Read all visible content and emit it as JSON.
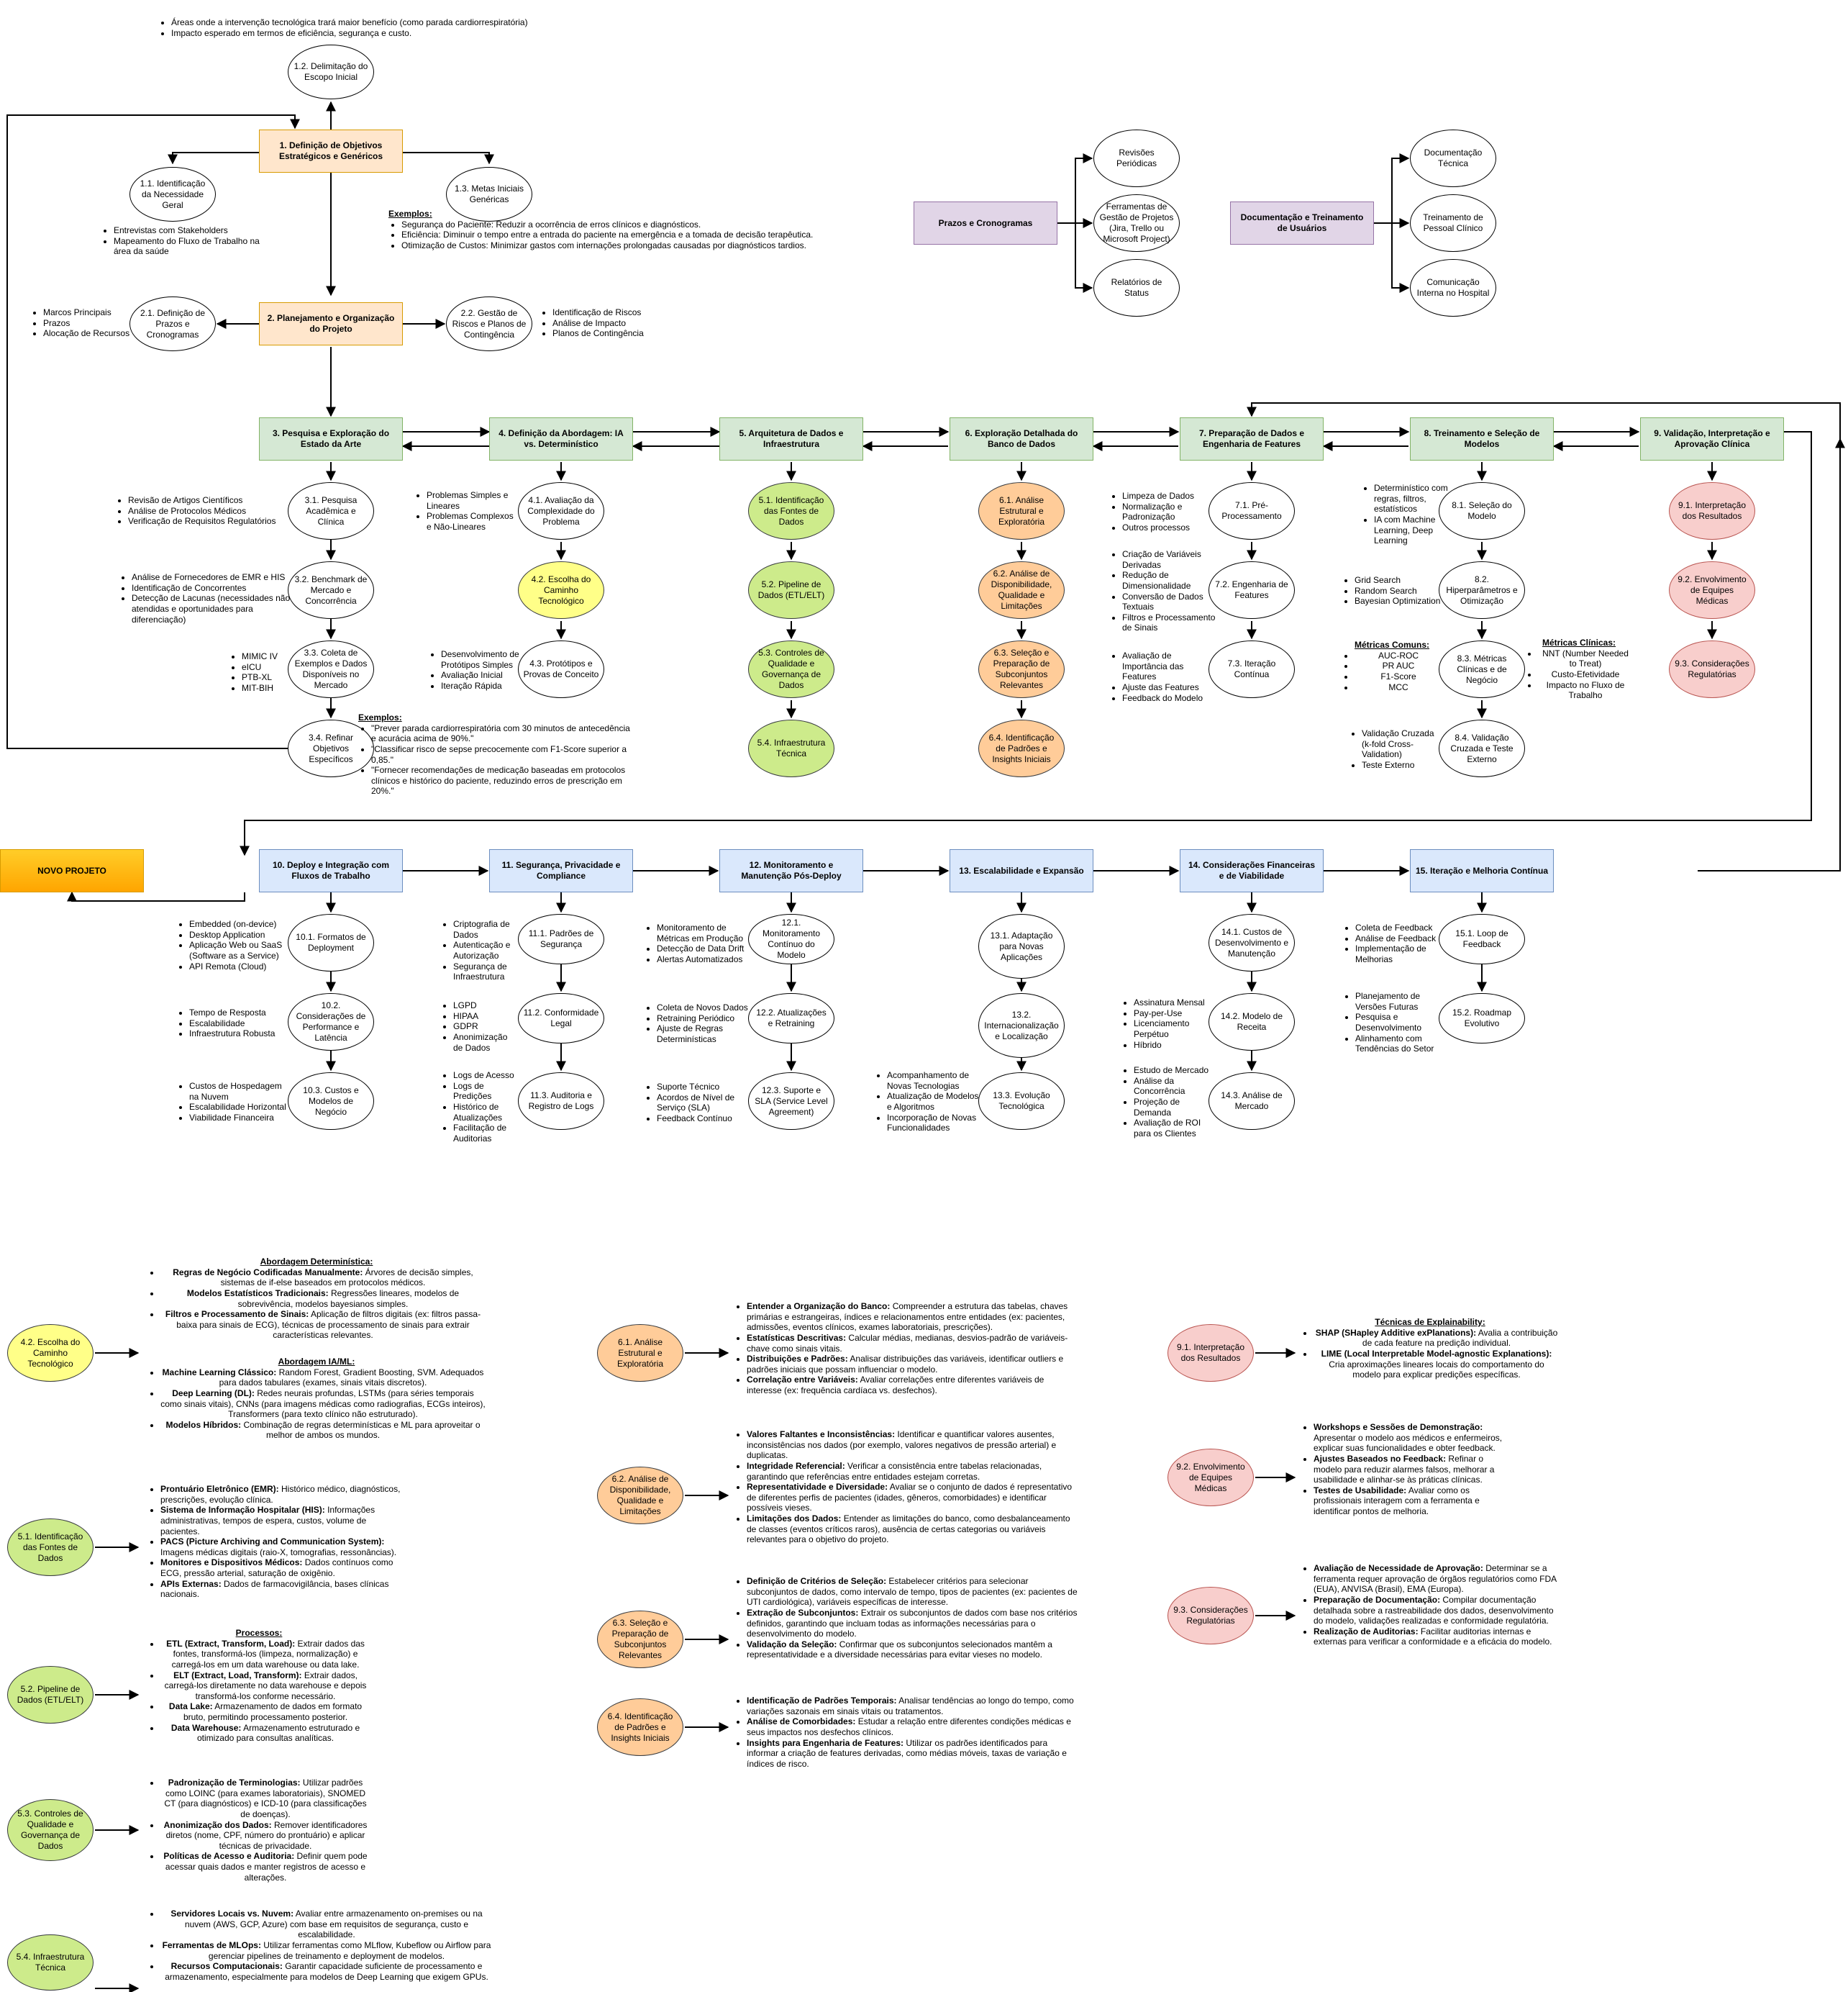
{
  "main": {
    "n1": "1. Definição de Objetivos Estratégicos e Genéricos",
    "n2": "2. Planejamento e Organização do Projeto",
    "n3": "3. Pesquisa e Exploração do Estado da Arte",
    "n4": "4. Definição da Abordagem: IA vs. Determinístico",
    "n5": "5. Arquitetura de Dados e Infraestrutura",
    "n6": "6. Exploração Detalhada do Banco de Dados",
    "n7": "7. Preparação de Dados e Engenharia de Features",
    "n8": "8. Treinamento e Seleção de Modelos",
    "n9": "9. Validação, Interpretação e Aprovação Clínica",
    "n10": "10. Deploy e Integração com Fluxos de Trabalho",
    "n11": "11. Segurança, Privacidade e Compliance",
    "n12": "12. Monitoramento e Manutenção Pós-Deploy",
    "n13": "13. Escalabilidade e Expansão",
    "n14": "14. Considerações Financeiras e de Viabilidade",
    "n15": "15. Iteração e Melhoria Contínua",
    "novo": "NOVO PROJETO",
    "prazos": "Prazos e Cronogramas",
    "doc": "Documentação e Treinamento de Usuários"
  },
  "sub": {
    "s1_1": "1.1. Identificação da Necessidade Geral",
    "s1_2": "1.2. Delimitação do Escopo Inicial",
    "s1_3": "1.3. Metas Iniciais Genéricas",
    "s2_1": "2.1. Definição de Prazos e Cronogramas",
    "s2_2": "2.2. Gestão de Riscos e Planos de Contingência",
    "s3_1": "3.1. Pesquisa Acadêmica e Clínica",
    "s3_2": "3.2. Benchmark de Mercado e Concorrência",
    "s3_3": "3.3. Coleta de Exemplos e Dados Disponíveis no Mercado",
    "s3_4": "3.4. Refinar Objetivos Específicos",
    "s4_1": "4.1. Avaliação da Complexidade do Problema",
    "s4_2": "4.2. Escolha do Caminho Tecnológico",
    "s4_3": "4.3. Protótipos e Provas de Conceito",
    "s5_1": "5.1. Identificação das Fontes de Dados",
    "s5_2": "5.2. Pipeline de Dados (ETL/ELT)",
    "s5_3": "5.3. Controles de Qualidade e Governança de Dados",
    "s5_4": "5.4. Infraestrutura Técnica",
    "s6_1": "6.1. Análise Estrutural e Exploratória",
    "s6_2": "6.2. Análise de Disponibilidade, Qualidade e Limitações",
    "s6_3": "6.3. Seleção e Preparação de Subconjuntos Relevantes",
    "s6_4": "6.4. Identificação de Padrões e Insights Iniciais",
    "s7_1": "7.1. Pré-Processamento",
    "s7_2": "7.2. Engenharia de Features",
    "s7_3": "7.3. Iteração Contínua",
    "s8_1": "8.1. Seleção do Modelo",
    "s8_2": "8.2. Hiperparâmetros e Otimização",
    "s8_3": "8.3. Métricas Clínicas e de Negócio",
    "s8_4": "8.4. Validação Cruzada e Teste Externo",
    "s9_1": "9.1. Interpretação dos Resultados",
    "s9_2": "9.2. Envolvimento de Equipes Médicas",
    "s9_3": "9.3. Considerações Regulatórias",
    "s10_1": "10.1. Formatos de Deployment",
    "s10_2": "10.2. Considerações de Performance e Latência",
    "s10_3": "10.3. Custos e Modelos de Negócio",
    "s11_1": "11.1. Padrões de Segurança",
    "s11_2": "11.2. Conformidade Legal",
    "s11_3": "11.3. Auditoria e Registro de Logs",
    "s12_1": "12.1. Monitoramento Contínuo do Modelo",
    "s12_2": "12.2. Atualizações e Retraining",
    "s12_3": "12.3. Suporte e SLA (Service Level Agreement)",
    "s13_1": "13.1. Adaptação para Novas Aplicações",
    "s13_2": "13.2. Internacionalização e Localização",
    "s13_3": "13.3. Evolução Tecnológica",
    "s14_1": "14.1. Custos de Desenvolvimento e Manutenção",
    "s14_2": "14.2. Modelo de Receita",
    "s14_3": "14.3. Análise de Mercado",
    "s15_1": "15.1. Loop de Feedback",
    "s15_2": "15.2. Roadmap Evolutivo",
    "p1": "Revisões Periódicas",
    "p2": "Ferramentas de Gestão de Projetos (Jira, Trello ou Microsoft Project)",
    "p3": "Relatórios de Status",
    "d1": "Documentação Técnica",
    "d2": "Treinamento de Pessoal Clínico",
    "d3": "Comunicação Interna no Hospital"
  },
  "notes": {
    "n1_2": [
      "Áreas onde a intervenção tecnológica trará maior benefício (como parada cardiorrespiratória)",
      "Impacto esperado em termos de eficiência, segurança e custo."
    ],
    "n1_1": [
      "Entrevistas com Stakeholders",
      "Mapeamento do Fluxo de Trabalho na área da saúde"
    ],
    "n1_3_header": "Exemplos:",
    "n1_3": [
      "Segurança do Paciente: Reduzir a ocorrência de erros clínicos e diagnósticos.",
      "Eficiência: Diminuir o tempo entre a entrada do paciente na emergência e a tomada de decisão terapêutica.",
      "Otimização de Custos: Minimizar gastos com internações prolongadas causadas por diagnósticos tardios."
    ],
    "n2_1": [
      "Marcos Principais",
      "Prazos",
      "Alocação de Recursos"
    ],
    "n2_2": [
      "Identificação de Riscos",
      "Análise de Impacto",
      "Planos de Contingência"
    ],
    "n3_1": [
      "Revisão de Artigos Científicos",
      "Análise de Protocolos Médicos",
      "Verificação de Requisitos Regulatórios"
    ],
    "n3_2": [
      "Análise de Fornecedores de EMR e HIS",
      "Identificação de Concorrentes",
      "Detecção de Lacunas (necessidades não atendidas e oportunidades para diferenciação)"
    ],
    "n3_3": [
      "MIMIC IV",
      "eICU",
      "PTB-XL",
      "MIT-BIH"
    ],
    "n3_4_header": "Exemplos:",
    "n3_4": [
      "\"Prever parada cardiorrespiratória com 30 minutos de antecedência e acurácia acima de 90%.\"",
      "\"Classificar risco de sepse precocemente com F1-Score superior a 0,85.\"",
      "\"Fornecer recomendações de medicação baseadas em protocolos clínicos e histórico do paciente, reduzindo erros de prescrição em 20%.\""
    ],
    "n4_1": [
      "Problemas Simples e Lineares",
      "Problemas Complexos e Não-Lineares"
    ],
    "n4_3": [
      "Desenvolvimento de Protótipos Simples",
      "Avaliação Inicial",
      "Iteração Rápida"
    ],
    "n7_1": [
      "Limpeza de Dados",
      "Normalização e Padronização",
      "Outros processos"
    ],
    "n7_2": [
      "Criação de Variáveis Derivadas",
      "Redução de Dimensionalidade",
      "Conversão de Dados Textuais",
      "Filtros e Processamento de Sinais"
    ],
    "n7_3": [
      "Avaliação de Importância das Features",
      "Ajuste das Features",
      "Feedback do Modelo"
    ],
    "n8_1": [
      "Determinístico com regras, filtros, estatísticos",
      "IA com Machine Learning, Deep Learning"
    ],
    "n8_2": [
      "Grid Search",
      "Random Search",
      "Bayesian Optimization"
    ],
    "n8_3a_header": "Métricas Comuns:",
    "n8_3a": [
      "AUC-ROC",
      "PR AUC",
      "F1-Score",
      "MCC"
    ],
    "n8_3b_header": "Métricas Clínicas:",
    "n8_3b": [
      "NNT (Number Needed to Treat)",
      "Custo-Efetividade",
      "Impacto no Fluxo de Trabalho"
    ],
    "n8_4": [
      "Validação Cruzada (k-fold Cross-Validation)",
      "Teste Externo"
    ],
    "n10_1": [
      "Embedded (on-device)",
      "Desktop Application",
      "Aplicação Web ou SaaS (Software as a Service)",
      "API Remota (Cloud)"
    ],
    "n10_2": [
      "Tempo de Resposta",
      "Escalabilidade",
      "Infraestrutura Robusta"
    ],
    "n10_3": [
      "Custos de Hospedagem na Nuvem",
      "Escalabilidade Horizontal",
      "Viabilidade Financeira"
    ],
    "n11_1": [
      "Criptografia de Dados",
      "Autenticação e Autorização",
      "Segurança de Infraestrutura"
    ],
    "n11_2": [
      "LGPD",
      "HIPAA",
      "GDPR",
      "Anonimização de Dados"
    ],
    "n11_3": [
      "Logs de Acesso",
      "Logs de Predições",
      "Histórico de Atualizações",
      "Facilitação de Auditorias"
    ],
    "n12_1": [
      "Monitoramento de Métricas em Produção",
      "Detecção de Data Drift",
      "Alertas Automatizados"
    ],
    "n12_2": [
      "Coleta de Novos Dados",
      "Retraining Periódico",
      "Ajuste de Regras Determinísticas"
    ],
    "n12_3": [
      "Suporte Técnico",
      "Acordos de Nível de Serviço (SLA)",
      "Feedback Contínuo"
    ],
    "n13_3": [
      "Acompanhamento de Novas Tecnologias",
      "Atualização de Modelos e Algoritmos",
      "Incorporação de Novas Funcionalidades"
    ],
    "n14_2": [
      "Assinatura Mensal",
      "Pay-per-Use",
      "Licenciamento Perpétuo",
      "Híbrido"
    ],
    "n14_3": [
      "Estudo de Mercado",
      "Análise da Concorrência",
      "Projeção de Demanda",
      "Avaliação de ROI para os Clientes"
    ],
    "n15_1": [
      "Coleta de Feedback",
      "Análise de Feedback",
      "Implementação de Melhorias"
    ],
    "n15_2": [
      "Planejamento de Versões Futuras",
      "Pesquisa e Desenvolvimento",
      "Alinhamento com Tendências do Setor"
    ]
  },
  "details": {
    "d4_2_h1": "Abordagem Determinística:",
    "d4_2_a": [
      {
        "b": "Regras de Negócio Codificadas Manualmente:",
        "t": " Árvores de decisão simples, sistemas de if-else baseados em protocolos médicos."
      },
      {
        "b": "Modelos Estatísticos Tradicionais:",
        "t": " Regressões lineares, modelos de sobrevivência, modelos bayesianos simples."
      },
      {
        "b": "Filtros e Processamento de Sinais:",
        "t": " Aplicação de filtros digitais (ex: filtros passa-baixa para sinais de ECG), técnicas de processamento de sinais para extrair características relevantes."
      }
    ],
    "d4_2_h2": "Abordagem IA/ML:",
    "d4_2_b": [
      {
        "b": "Machine Learning Clássico:",
        "t": " Random Forest, Gradient Boosting, SVM. Adequados para dados tabulares (exames, sinais vitais discretos)."
      },
      {
        "b": "Deep Learning (DL):",
        "t": " Redes neurais profundas, LSTMs (para séries temporais como sinais vitais), CNNs (para imagens médicas como radiografias, ECGs inteiros), Transformers (para texto clínico não estruturado)."
      },
      {
        "b": "Modelos Híbridos:",
        "t": " Combinação de regras determinísticas e ML para aproveitar o melhor de ambos os mundos."
      }
    ],
    "d5_1": [
      {
        "b": "Prontuário Eletrônico (EMR):",
        "t": " Histórico médico, diagnósticos, prescrições, evolução clínica."
      },
      {
        "b": "Sistema de Informação Hospitalar (HIS):",
        "t": " Informações administrativas, tempos de espera, custos, volume de pacientes."
      },
      {
        "b": "PACS (Picture Archiving and Communication System):",
        "t": " Imagens médicas digitais (raio-X, tomografias, ressonâncias)."
      },
      {
        "b": "Monitores e Dispositivos Médicos:",
        "t": " Dados contínuos como ECG, pressão arterial, saturação de oxigênio."
      },
      {
        "b": "APIs Externas:",
        "t": " Dados de farmacovigilância, bases clínicas nacionais."
      }
    ],
    "d5_2_h": "Processos:",
    "d5_2": [
      {
        "b": "ETL (Extract, Transform, Load):",
        "t": " Extrair dados das fontes, transformá-los (limpeza, normalização) e carregá-los em um data warehouse ou data lake."
      },
      {
        "b": "ELT (Extract, Load, Transform):",
        "t": " Extrair dados, carregá-los diretamente no data warehouse e depois transformá-los conforme necessário."
      },
      {
        "b": "Data Lake:",
        "t": " Armazenamento de dados em formato bruto, permitindo processamento posterior."
      },
      {
        "b": "Data Warehouse:",
        "t": " Armazenamento estruturado e otimizado para consultas analíticas."
      }
    ],
    "d5_3": [
      {
        "b": "Padronização de Terminologias:",
        "t": " Utilizar padrões como LOINC (para exames laboratoriais), SNOMED CT (para diagnósticos) e ICD-10 (para classificações de doenças)."
      },
      {
        "b": "Anonimização dos Dados:",
        "t": " Remover identificadores diretos (nome, CPF, número do prontuário) e aplicar técnicas de privacidade."
      },
      {
        "b": "Políticas de Acesso e Auditoria:",
        "t": " Definir quem pode acessar quais dados e manter registros de acesso e alterações."
      }
    ],
    "d5_4": [
      {
        "b": "Servidores Locais vs. Nuvem:",
        "t": " Avaliar entre armazenamento on-premises ou na nuvem (AWS, GCP, Azure) com base em requisitos de segurança, custo e escalabilidade."
      },
      {
        "b": "Ferramentas de MLOps:",
        "t": " Utilizar ferramentas como MLflow, Kubeflow ou Airflow para gerenciar pipelines de treinamento e deployment de modelos."
      },
      {
        "b": "Recursos Computacionais:",
        "t": " Garantir capacidade suficiente de processamento e armazenamento, especialmente para modelos de Deep Learning que exigem GPUs."
      }
    ],
    "d6_1": [
      {
        "b": "Entender a Organização do Banco:",
        "t": " Compreender a estrutura das tabelas, chaves primárias e estrangeiras, índices e relacionamentos entre entidades (ex: pacientes, admissões, eventos clínicos, exames laboratoriais, prescrições)."
      },
      {
        "b": "Estatísticas Descritivas:",
        "t": " Calcular médias, medianas, desvios-padrão de variáveis-chave como sinais vitais."
      },
      {
        "b": "Distribuições e Padrões:",
        "t": " Analisar distribuições das variáveis, identificar outliers e padrões iniciais que possam influenciar o modelo."
      },
      {
        "b": "Correlação entre Variáveis:",
        "t": " Avaliar correlações entre diferentes variáveis de interesse (ex: frequência cardíaca vs. desfechos)."
      }
    ],
    "d6_2": [
      {
        "b": "Valores Faltantes e Inconsistências:",
        "t": " Identificar e quantificar valores ausentes, inconsistências nos dados (por exemplo, valores negativos de pressão arterial) e duplicatas."
      },
      {
        "b": "Integridade Referencial:",
        "t": " Verificar a consistência entre tabelas relacionadas, garantindo que referências entre entidades estejam corretas."
      },
      {
        "b": "Representatividade e Diversidade:",
        "t": " Avaliar se o conjunto de dados é representativo de diferentes perfis de pacientes (idades, gêneros, comorbidades) e identificar possíveis vieses."
      },
      {
        "b": "Limitações dos Dados:",
        "t": " Entender as limitações do banco, como desbalanceamento de classes (eventos críticos raros), ausência de certas categorias ou variáveis relevantes para o objetivo do projeto."
      }
    ],
    "d6_3": [
      {
        "b": "Definição de Critérios de Seleção:",
        "t": " Estabelecer critérios para selecionar subconjuntos de dados, como intervalo de tempo, tipos de pacientes (ex: pacientes de UTI cardiológica), variáveis específicas de interesse."
      },
      {
        "b": "Extração de Subconjuntos:",
        "t": " Extrair os subconjuntos de dados com base nos critérios definidos, garantindo que incluam todas as informações necessárias para o desenvolvimento do modelo."
      },
      {
        "b": "Validação da Seleção:",
        "t": " Confirmar que os subconjuntos selecionados mantêm a representatividade e a diversidade necessárias para evitar vieses no modelo."
      }
    ],
    "d6_4": [
      {
        "b": "Identificação de Padrões Temporais:",
        "t": " Analisar tendências ao longo do tempo, como variações sazonais em sinais vitais ou tratamentos."
      },
      {
        "b": "Análise de Comorbidades:",
        "t": " Estudar a relação entre diferentes condições médicas e seus impactos nos desfechos clínicos."
      },
      {
        "b": "Insights para Engenharia de Features:",
        "t": " Utilizar os padrões identificados para informar a criação de features derivadas, como médias móveis, taxas de variação e índices de risco."
      }
    ],
    "d9_1_h": "Técnicas de Explainability:",
    "d9_1": [
      {
        "b": "SHAP (SHapley Additive exPlanations):",
        "t": " Avalia a contribuição de cada feature na predição individual."
      },
      {
        "b": "LIME (Local Interpretable Model-agnostic Explanations):",
        "t": " Cria aproximações lineares locais do comportamento do modelo para explicar predições específicas."
      }
    ],
    "d9_2": [
      {
        "b": "Workshops e Sessões de Demonstração:",
        "t": " Apresentar o modelo aos médicos e enfermeiros, explicar suas funcionalidades e obter feedback."
      },
      {
        "b": "Ajustes Baseados no Feedback:",
        "t": " Refinar o modelo para reduzir alarmes falsos, melhorar a usabilidade e alinhar-se às práticas clínicas."
      },
      {
        "b": "Testes de Usabilidade:",
        "t": " Avaliar como os profissionais interagem com a ferramenta e identificar pontos de melhoria."
      }
    ],
    "d9_3": [
      {
        "b": "Avaliação de Necessidade de Aprovação:",
        "t": " Determinar se a ferramenta requer aprovação de órgãos regulatórios como FDA (EUA), ANVISA (Brasil), EMA (Europa)."
      },
      {
        "b": "Preparação de Documentação:",
        "t": " Compilar documentação detalhada sobre a rastreabilidade dos dados, desenvolvimento do modelo, validações realizadas e conformidade regulatória."
      },
      {
        "b": "Realização de Auditorias:",
        "t": " Facilitar auditorias internas e externas para verificar a conformidade e a eficácia do modelo."
      }
    ]
  }
}
